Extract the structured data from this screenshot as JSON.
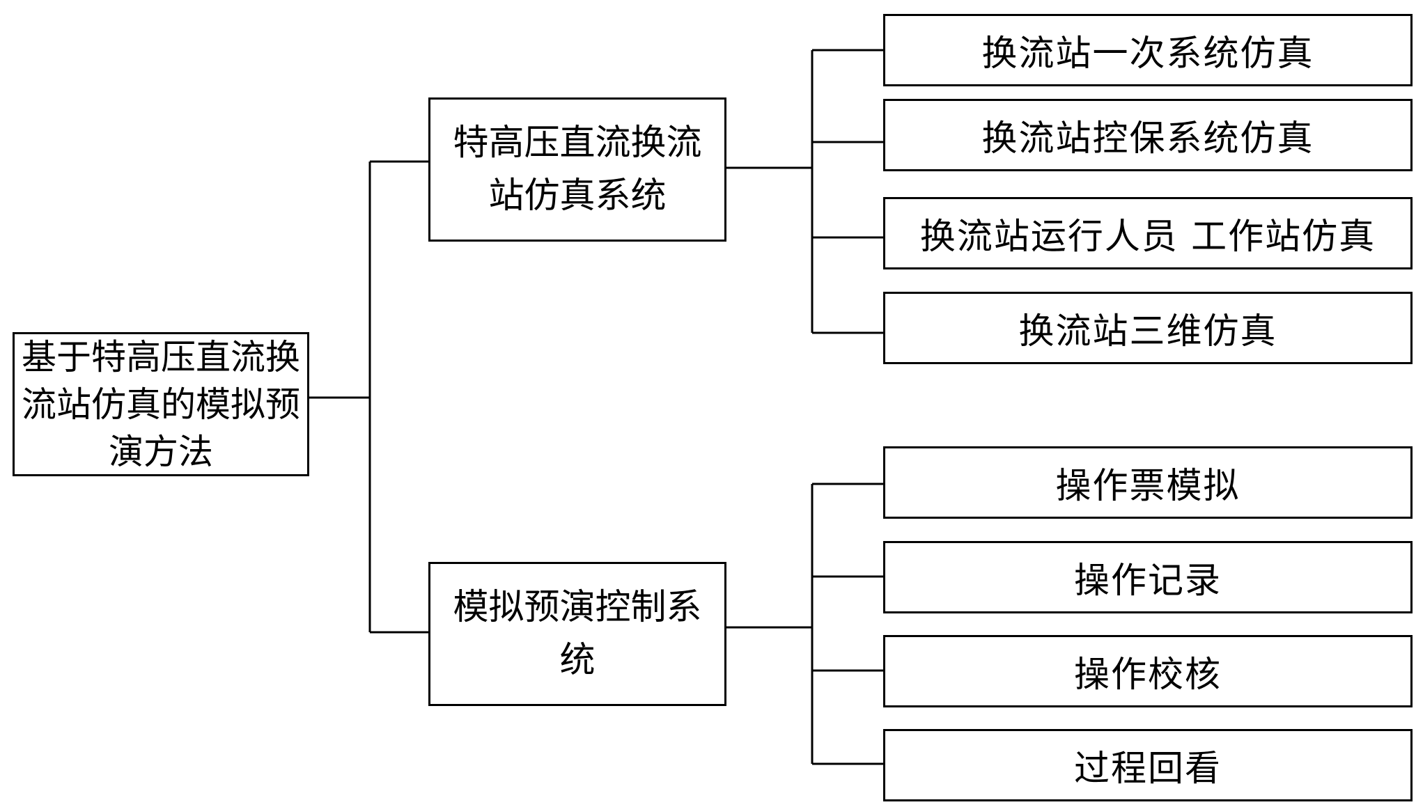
{
  "root": {
    "label": "基于特高压直流换流站仿真的模拟预演方法"
  },
  "branches": [
    {
      "label": "特高压直流换流站仿真系统",
      "children": [
        "换流站一次系统仿真",
        "换流站控保系统仿真",
        "换流站运行人员 工作站仿真",
        "换流站三维仿真"
      ]
    },
    {
      "label": "模拟预演控制系统",
      "children": [
        "操作票模拟",
        "操作记录",
        "操作校核",
        "过程回看"
      ]
    }
  ]
}
